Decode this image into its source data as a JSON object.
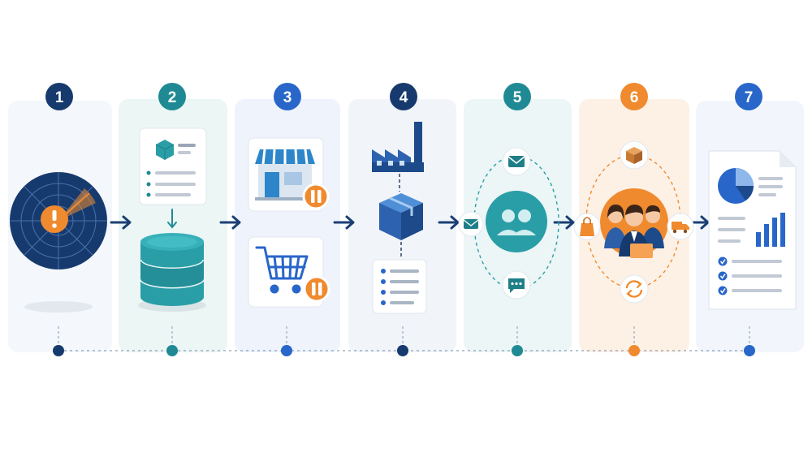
{
  "colors": {
    "navy": "#173a6e",
    "teal": "#1f8a94",
    "blue": "#2866c9",
    "orange": "#f08a2e",
    "panel_light": "#f3f6fb",
    "panel_teal": "#eaf6f5",
    "panel_blue": "#eef3fc",
    "panel_orange": "#fdf2e7",
    "connector": "#1b3f73"
  },
  "steps": [
    {
      "number": "1",
      "accent": "navy",
      "icons": [
        "radar-icon",
        "alert-icon"
      ]
    },
    {
      "number": "2",
      "accent": "teal",
      "icons": [
        "document-card-icon",
        "database-icon"
      ]
    },
    {
      "number": "3",
      "accent": "blue",
      "icons": [
        "storefront-icon",
        "shopping-cart-icon",
        "pause-icon"
      ]
    },
    {
      "number": "4",
      "accent": "navy",
      "icons": [
        "factory-icon",
        "package-icon",
        "checklist-icon"
      ]
    },
    {
      "number": "5",
      "accent": "teal",
      "icons": [
        "email-icon",
        "team-icon",
        "chat-icon"
      ]
    },
    {
      "number": "6",
      "accent": "orange",
      "icons": [
        "box-icon",
        "customers-icon",
        "shopping-bag-icon",
        "delivery-truck-icon",
        "refresh-icon"
      ]
    },
    {
      "number": "7",
      "accent": "blue",
      "icons": [
        "report-document-icon",
        "pie-chart-icon",
        "bar-chart-icon",
        "checklist-icon"
      ]
    }
  ]
}
